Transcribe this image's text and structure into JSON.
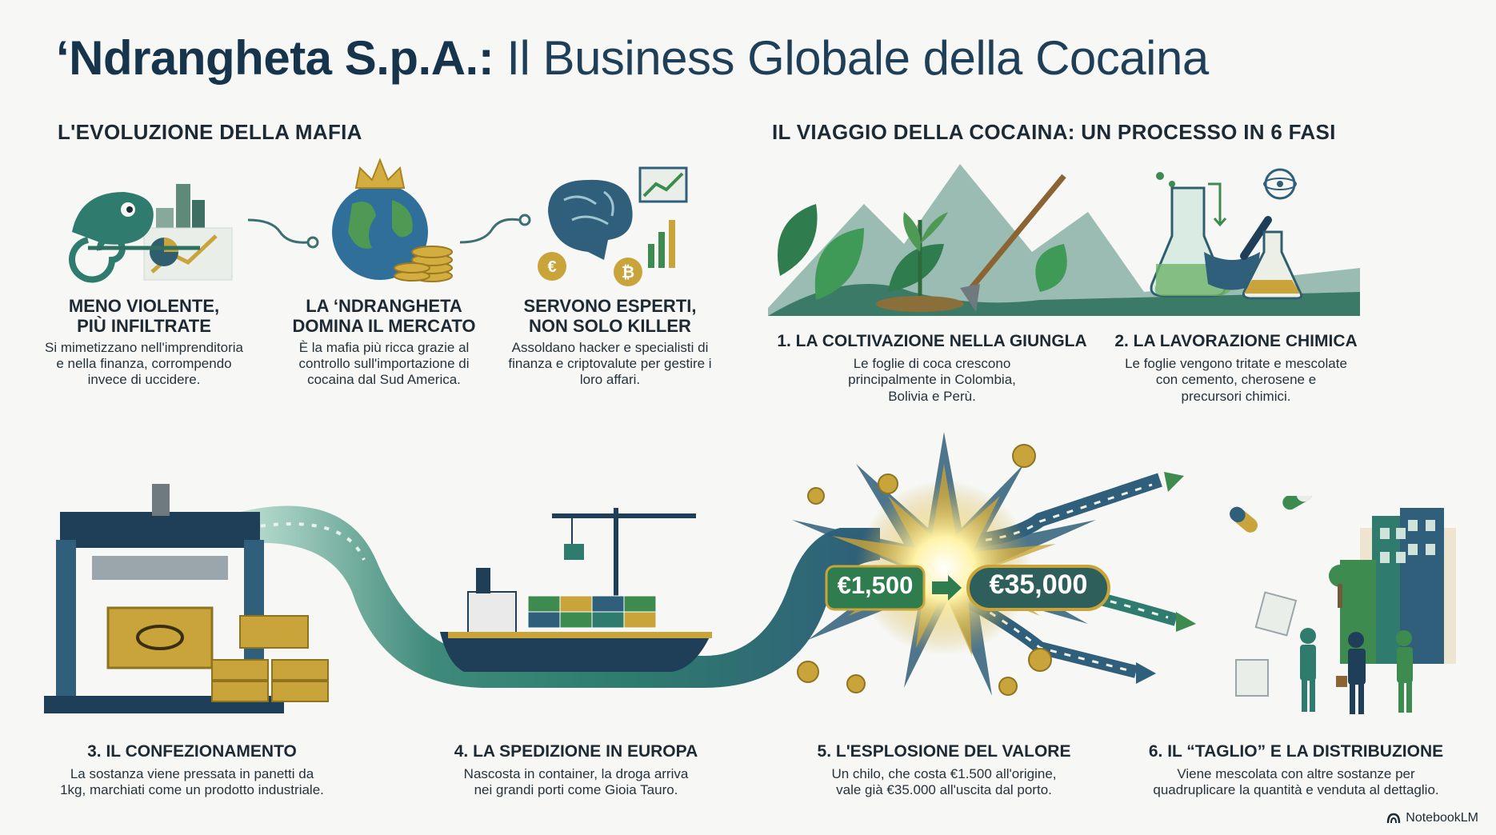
{
  "title": {
    "bold": "‘Ndrangheta S.p.A.:",
    "rest": "Il Business Globale della Cocaina"
  },
  "evolution": {
    "heading": "L'EVOLUZIONE DELLA MAFIA",
    "cards": [
      {
        "title1": "MENO VIOLENTE,",
        "title2": "PIÙ INFILTRATE",
        "text": "Si mimetizzano nell'imprenditoria e nella finanza, corrompendo invece di uccidere."
      },
      {
        "title1": "LA ‘NDRANGHETA",
        "title2": "DOMINA IL MERCATO",
        "text": "È la mafia più ricca grazie al controllo sull'importazione di cocaina dal Sud America."
      },
      {
        "title1": "SERVONO ESPERTI,",
        "title2": "NON SOLO KILLER",
        "text": "Assoldano hacker e specialisti di finanza e criptovalute per gestire i loro affari."
      }
    ]
  },
  "journey": {
    "heading": "IL VIAGGIO DELLA COCAINA: UN PROCESSO IN 6 FASI",
    "steps": [
      {
        "title": "1. LA COLTIVAZIONE NELLA GIUNGLA",
        "text": "Le foglie di coca crescono principalmente in Colombia, Bolivia e Perù."
      },
      {
        "title": "2. LA LAVORAZIONE CHIMICA",
        "text": "Le foglie vengono tritate e mescolate con cemento, cherosene e precursori chimici."
      },
      {
        "title": "3. IL CONFEZIONAMENTO",
        "text": "La sostanza viene pressata in panetti da 1kg, marchiati come un prodotto industriale."
      },
      {
        "title": "4. LA SPEDIZIONE IN EUROPA",
        "text": "Nascosta in container, la droga arriva nei grandi porti come Gioia Tauro."
      },
      {
        "title": "5. L'ESPLOSIONE DEL VALORE",
        "text": "Un chilo, che costa €1.500 all'origine, vale già €35.000 all'uscita dal porto."
      },
      {
        "title": "6. IL “TAGLIO” E LA DISTRIBUZIONE",
        "text": "Viene mescolata con altre sostanze per quadruplicare la quantità e venduta al dettaglio."
      }
    ]
  },
  "value": {
    "origin_price": "€1,500",
    "port_price": "€35,000"
  },
  "icons": [
    "chameleon-icon",
    "globe-crown-icon",
    "brain-chart-icon",
    "mountain-plant-icon",
    "lab-flask-icon",
    "press-icon",
    "cargo-ship-icon",
    "explosion-icon",
    "distribution-icon"
  ],
  "colors": {
    "teal": "#2f7c6e",
    "navy": "#17344d",
    "gold": "#c9a43a",
    "green": "#3d8b4f"
  },
  "brand": "NotebookLM"
}
